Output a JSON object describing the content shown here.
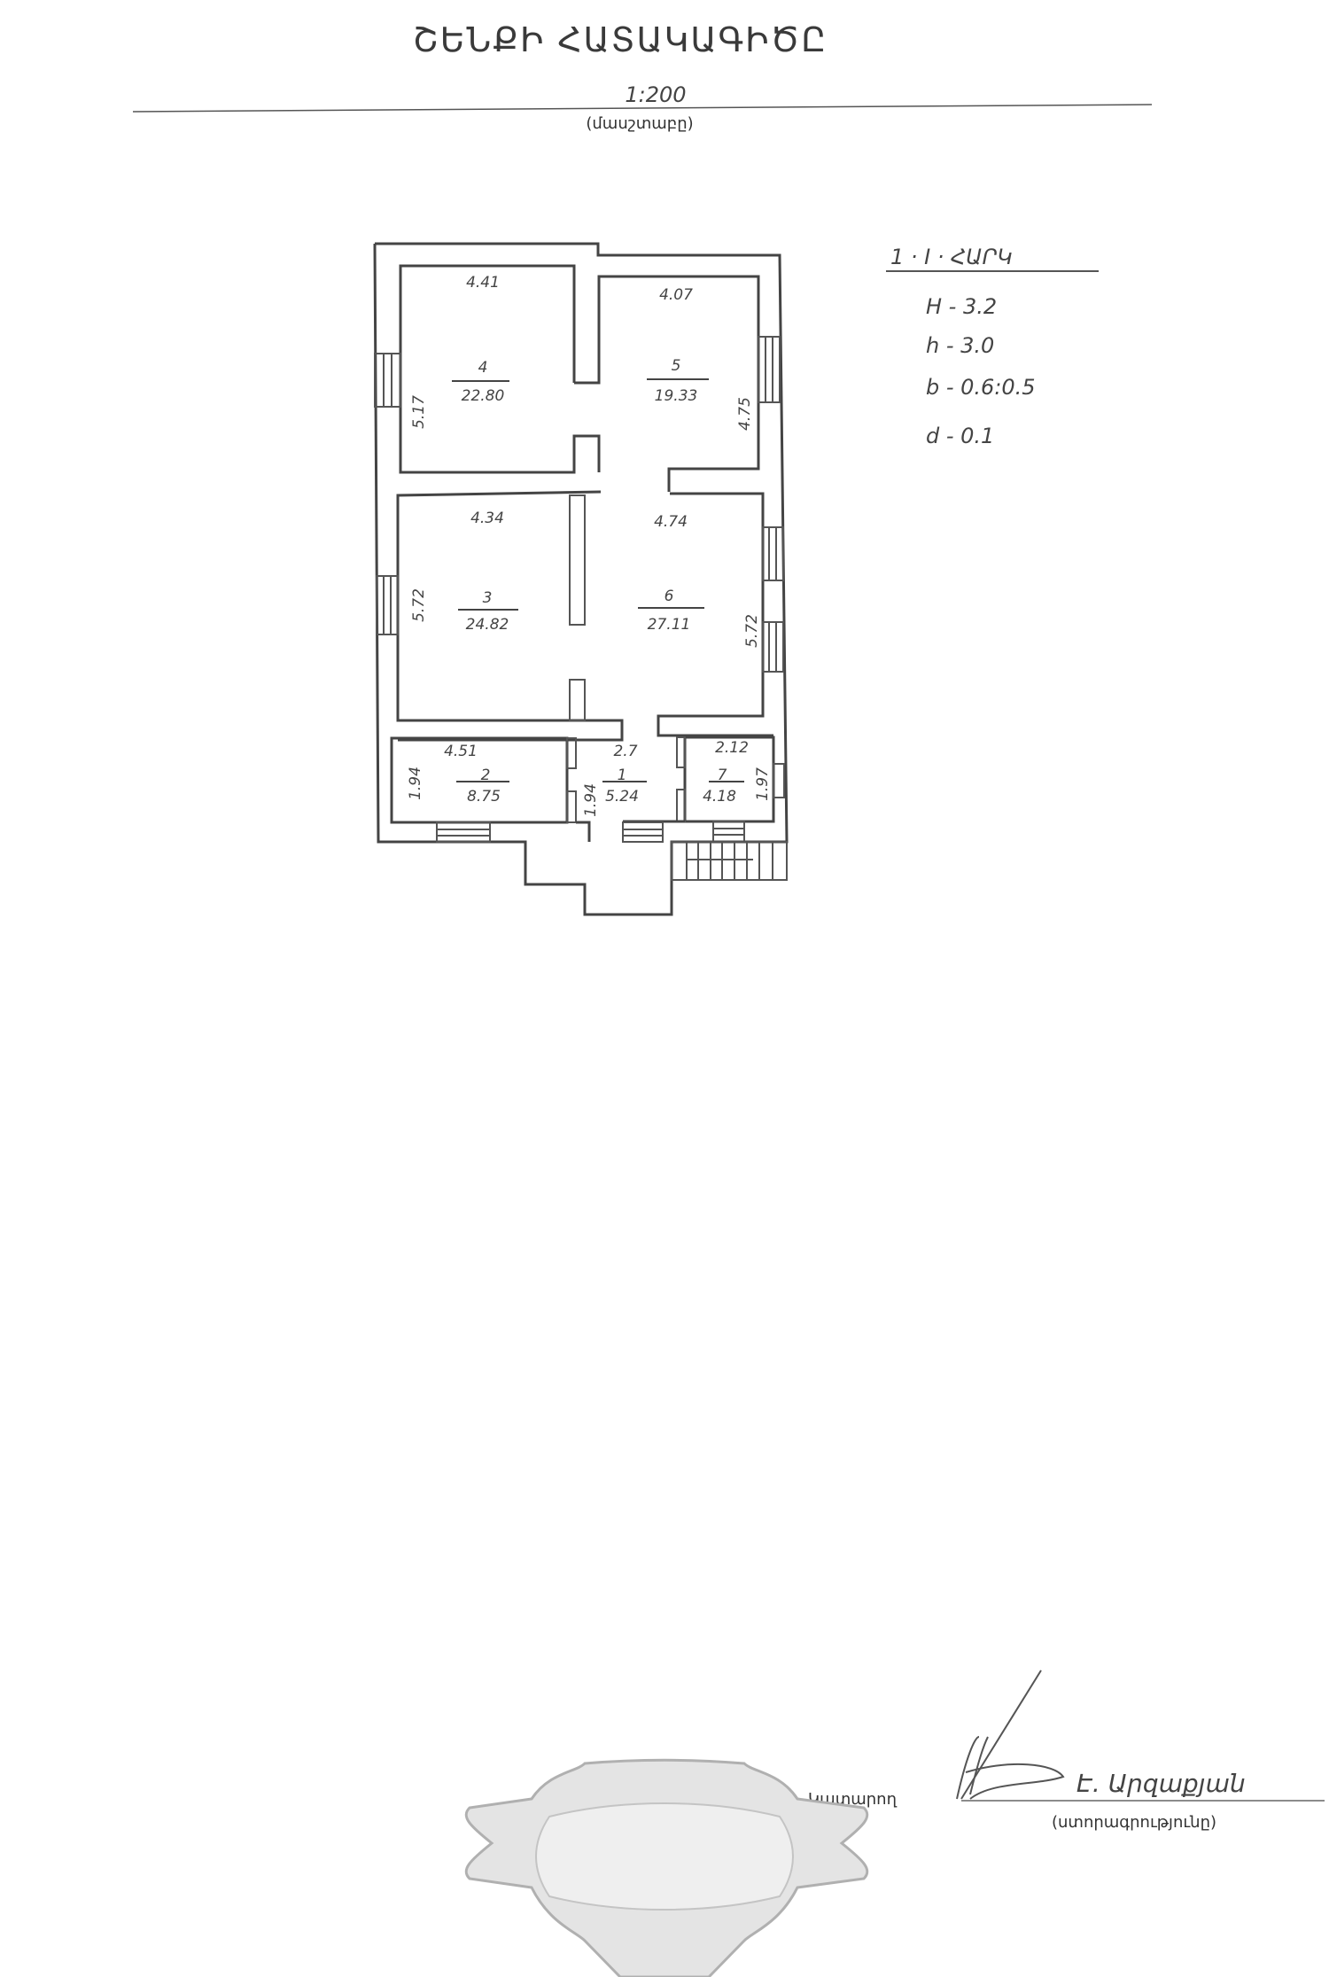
{
  "header": {
    "title": "ՇԵՆՔԻ ՀԱՏԱԿԱԳԻԾԸ",
    "scale": "1:200",
    "scale_caption": "(մասշտաբը)"
  },
  "notes": {
    "floor": "1 · I · ՀԱՐԿ",
    "lines": [
      "H - 3.2",
      "h - 3.0",
      "b - 0.6:0.5",
      "d - 0.1"
    ]
  },
  "rooms": [
    {
      "number": "4",
      "area": "22.80",
      "width": "4.41",
      "depth": "5.17"
    },
    {
      "number": "5",
      "area": "19.33",
      "width": "4.07",
      "depth": "4.75"
    },
    {
      "number": "3",
      "area": "24.82",
      "width": "4.34",
      "depth": "5.72"
    },
    {
      "number": "6",
      "area": "27.11",
      "width": "4.74",
      "depth": "5.72"
    },
    {
      "number": "2",
      "area": "8.75",
      "width": "4.51",
      "depth": "1.94"
    },
    {
      "number": "1",
      "area": "5.24",
      "width": "2.7",
      "depth": "1.94"
    },
    {
      "number": "7",
      "area": "4.18",
      "width": "2.12",
      "depth": "1.97"
    }
  ],
  "footer": {
    "executor_label": "Կատարող",
    "signature_name": "Է. Արզաքյան",
    "signature_caption": "(ստորագրությունը)"
  }
}
